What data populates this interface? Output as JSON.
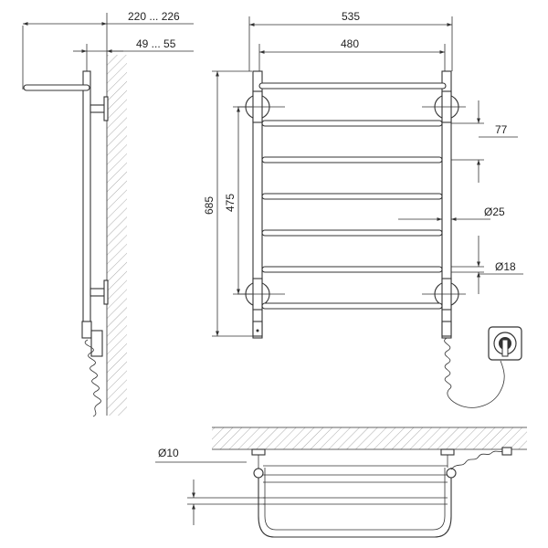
{
  "dimensions": {
    "side_total_depth": "220 ... 226",
    "side_wall_offset": "49 ... 55",
    "overall_width": "535",
    "rail_width": "480",
    "overall_height": "685",
    "rail_height": "475",
    "rung_spacing": "77",
    "vertical_tube_diameter": "Ø25",
    "rung_diameter": "Ø18",
    "top_view_diameter": "Ø10"
  },
  "icons": {
    "socket": "power-socket-icon",
    "cable": "coiled-cable-icon"
  },
  "colors": {
    "line": "#333333",
    "hatch": "#777777",
    "background": "#ffffff"
  }
}
